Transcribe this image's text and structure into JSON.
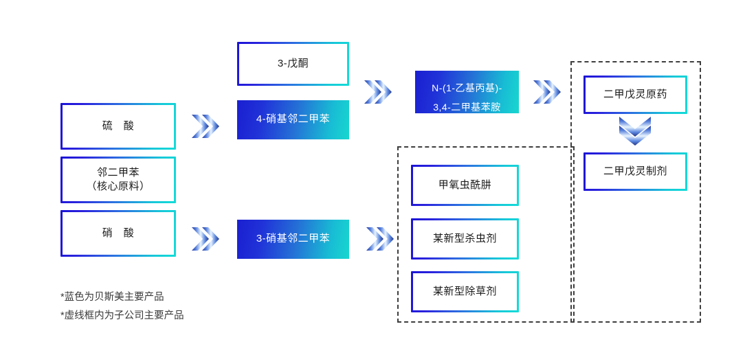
{
  "diagram": {
    "title": "产业链流程图",
    "colors": {
      "gradient_start": "#1a12d6",
      "gradient_end": "#13dcd8",
      "dashed_frame": "#3d3d3d",
      "text": "#1a1a1a",
      "filled_text": "#ffffff",
      "background": "#ffffff"
    },
    "frames": [
      {
        "name": "subsidiary-products-frame-left",
        "label": ""
      },
      {
        "name": "subsidiary-products-frame-right",
        "label": ""
      }
    ],
    "nodes": {
      "sulfuric_acid": "硫　酸",
      "o_xylene_line1": "邻二甲苯",
      "o_xylene_line2": "（核心原料）",
      "nitric_acid": "硝　酸",
      "pentanone": "3-戊酮",
      "nitro_o_xylene_4": "4-硝基邻二甲苯",
      "nitro_o_xylene_3": "3-硝基邻二甲苯",
      "amine_line1": "N-(1-乙基丙基)-",
      "amine_line2": "3,4-二甲基苯胺",
      "pendimethalin_tech": "二甲戊灵原药",
      "pendimethalin_form": "二甲戊灵制剂",
      "methoxyfenozide": "甲氧虫酰肼",
      "new_insecticide": "某新型杀虫剂",
      "new_herbicide": "某新型除草剂"
    },
    "arrows": [
      {
        "name": "arrow-sulfuric-to-nitro4",
        "direction": "right"
      },
      {
        "name": "arrow-nitric-to-nitro3",
        "direction": "right"
      },
      {
        "name": "arrow-nitro4-to-amine",
        "direction": "right"
      },
      {
        "name": "arrow-amine-to-pendimethalin-tech",
        "direction": "right"
      },
      {
        "name": "arrow-nitro3-to-products",
        "direction": "right"
      },
      {
        "name": "arrow-tech-to-formulation",
        "direction": "down"
      }
    ],
    "footnotes": [
      "*蓝色为贝斯美主要产品",
      "*虚线框内为子公司主要产品"
    ]
  }
}
